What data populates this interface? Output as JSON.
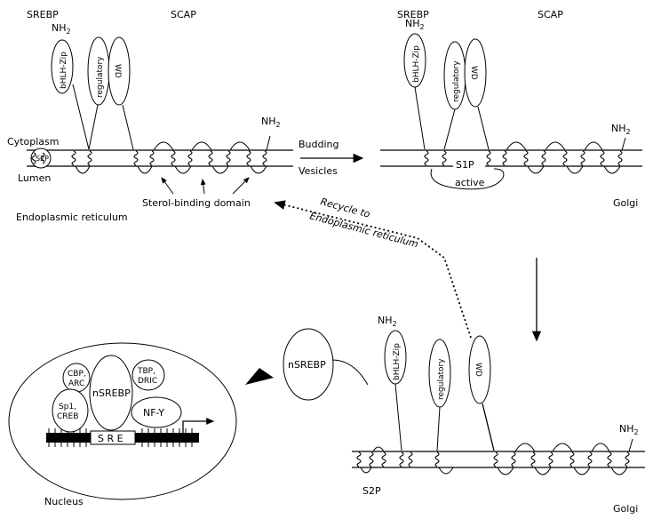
{
  "labels": {
    "srebp_left": "SREBP",
    "scap_left": "SCAP",
    "srebp_right": "SREBP",
    "scap_right": "SCAP",
    "nh2": "NH",
    "sub2": "2",
    "bhlh": "bHLH-Zip",
    "regulatory": "regulatory",
    "wd": "WD",
    "cytoplasm": "Cytoplasm",
    "lumen": "Lumen",
    "s2p_left": "S2P",
    "er": "Endoplasmic reticulum",
    "sterol": "Sterol-binding domain",
    "budding": "Budding",
    "vesicles": "Vesicles",
    "s1p": "S1P",
    "active": "active",
    "golgi_top": "Golgi",
    "recycle1": "Recycle to",
    "recycle2": "Endoplasmic reticulum",
    "nsrebp_free": "nSREBP",
    "nsrebp_bound": "nSREBP",
    "cbp": "CBP,",
    "arc": "ARC",
    "tbp": "TBP,",
    "dric": "DRIC",
    "sp1": "Sp1,",
    "creb": "CREB",
    "nfy": "NF-Y",
    "sre": "S R E",
    "nucleus": "Nucleus",
    "s2p_bottom": "S2P",
    "golgi_bottom": "Golgi"
  }
}
